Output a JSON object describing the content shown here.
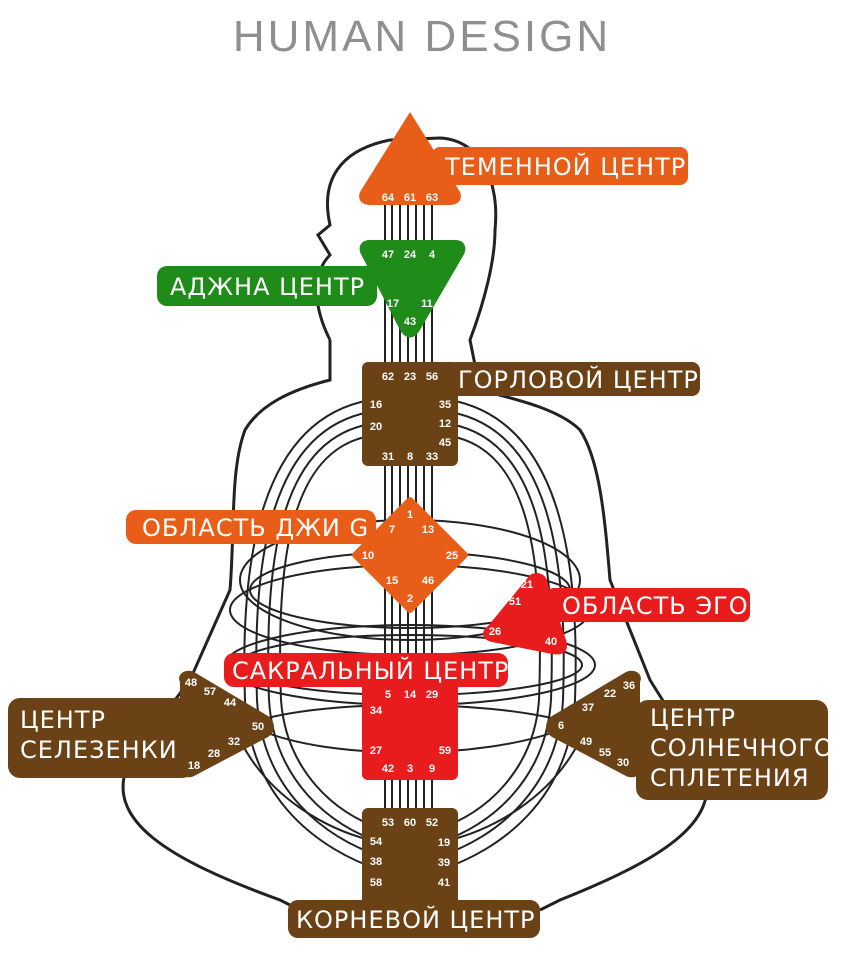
{
  "title": "HUMAN DESIGN",
  "colors": {
    "orange": "#e85d17",
    "green": "#1f8c1a",
    "brown": "#6b4215",
    "red": "#e81c1c",
    "outline": "#222222"
  },
  "centers": {
    "head": {
      "label": "ТЕМЕННОЙ ЦЕНТР",
      "color": "orange",
      "gates": [
        "64",
        "61",
        "63"
      ]
    },
    "ajna": {
      "label": "АДЖНА ЦЕНТР",
      "color": "green",
      "gates": [
        "47",
        "24",
        "4",
        "17",
        "11",
        "43"
      ]
    },
    "throat": {
      "label": "ГОРЛОВОЙ ЦЕНТР",
      "color": "brown",
      "gates": [
        "62",
        "23",
        "56",
        "16",
        "20",
        "35",
        "12",
        "45",
        "31",
        "8",
        "33"
      ]
    },
    "g": {
      "label": "ОБЛАСТЬ ДЖИ G",
      "color": "orange",
      "gates": [
        "1",
        "7",
        "13",
        "10",
        "25",
        "15",
        "46",
        "2"
      ]
    },
    "ego": {
      "label": "ОБЛАСТЬ ЭГО",
      "color": "red",
      "gates": [
        "21",
        "51",
        "26",
        "40"
      ]
    },
    "sacral": {
      "label": "САКРАЛЬНЫЙ ЦЕНТР",
      "color": "red",
      "gates": [
        "5",
        "14",
        "29",
        "34",
        "27",
        "59",
        "42",
        "3",
        "9"
      ]
    },
    "spleen": {
      "label_lines": [
        "ЦЕНТР",
        "СЕЛЕЗЕНКИ"
      ],
      "color": "brown",
      "gates": [
        "48",
        "57",
        "44",
        "50",
        "32",
        "28",
        "18"
      ]
    },
    "solar": {
      "label_lines": [
        "ЦЕНТР",
        "СОЛНЕЧНОГО",
        "СПЛЕТЕНИЯ"
      ],
      "color": "brown",
      "gates": [
        "36",
        "22",
        "37",
        "6",
        "49",
        "55",
        "30"
      ]
    },
    "root": {
      "label": "КОРНЕВОЙ ЦЕНТР",
      "color": "brown",
      "gates": [
        "53",
        "60",
        "52",
        "54",
        "19",
        "38",
        "39",
        "58",
        "41"
      ]
    }
  }
}
